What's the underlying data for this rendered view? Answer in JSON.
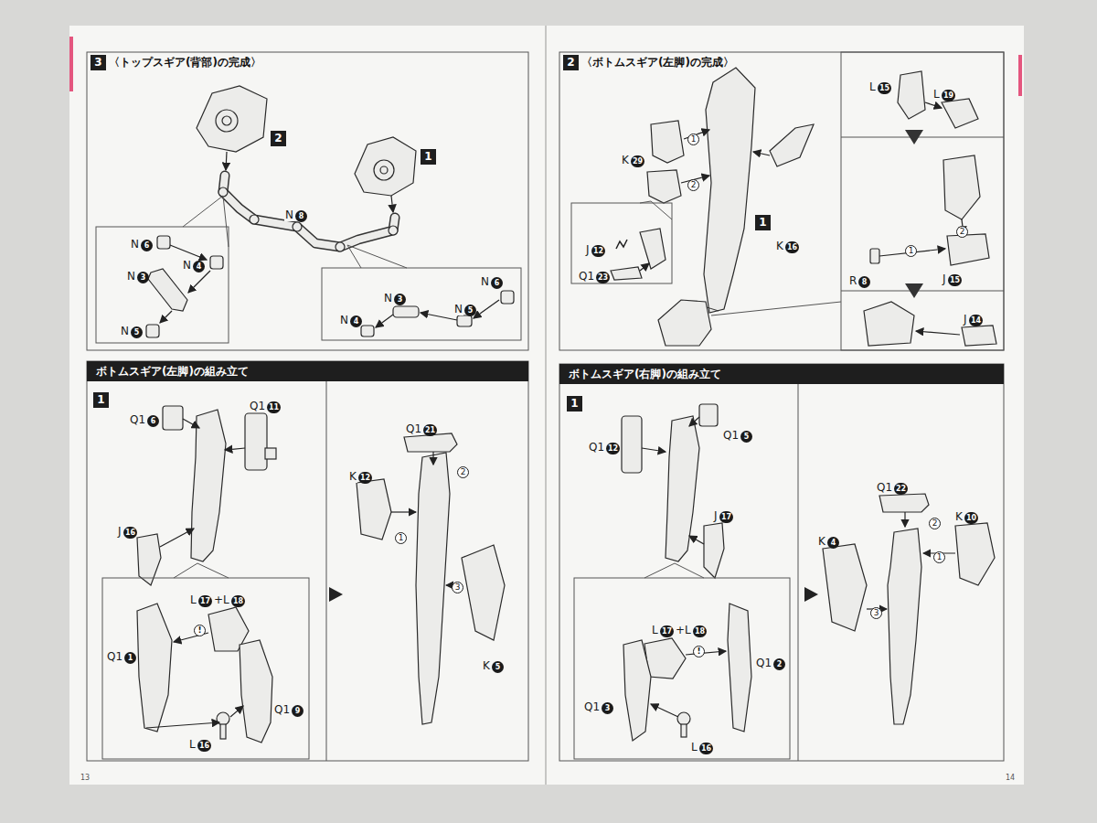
{
  "diagram": {
    "nodes": [
      {
        "text": [
          "3",
          "〈トップスギア(背部)の完成〉"
        ]
      },
      {
        "text": [
          "2"
        ]
      },
      {
        "text": [
          "1"
        ]
      },
      {
        "text": [
          "ボトムスギア(左脚)の組み立て"
        ]
      },
      {
        "text": [
          "1"
        ]
      },
      {
        "text": [
          "2",
          "〈ボトムスギア(左脚)の完成〉"
        ]
      },
      {
        "text": [
          "1"
        ]
      },
      {
        "text": [
          "ボトムスギア(右脚)の組み立て"
        ]
      },
      {
        "text": [
          "1"
        ]
      }
    ],
    "labels": [
      "N",
      "6",
      "N",
      "4",
      "N",
      "3",
      "N",
      "5",
      "N",
      "8",
      "N",
      "6",
      "N",
      "3",
      "N",
      "4",
      "N",
      "5",
      "Q1",
      "6",
      "Q1",
      "11",
      "J",
      "16",
      "Q1",
      "21",
      "K",
      "12",
      "1",
      "2",
      "3",
      "K",
      "5",
      "L",
      "17",
      "+L",
      "18",
      "!",
      "Q1",
      "1",
      "Q1",
      "9",
      "L",
      "16",
      "K",
      "29",
      "1",
      "2",
      "K",
      "16",
      "J",
      "12",
      "Q1",
      "23",
      "L",
      "15",
      "L",
      "19",
      "R",
      "8",
      "2",
      "1",
      "J",
      "15",
      "J",
      "14",
      "Q1",
      "5",
      "Q1",
      "12",
      "J",
      "17",
      "Q1",
      "22",
      "K",
      "10",
      "K",
      "4",
      "1",
      "2",
      "3",
      "L",
      "17",
      "+L",
      "18",
      "!",
      "Q1",
      "2",
      "Q1",
      "3",
      "L",
      "16",
      "13",
      "14"
    ]
  }
}
